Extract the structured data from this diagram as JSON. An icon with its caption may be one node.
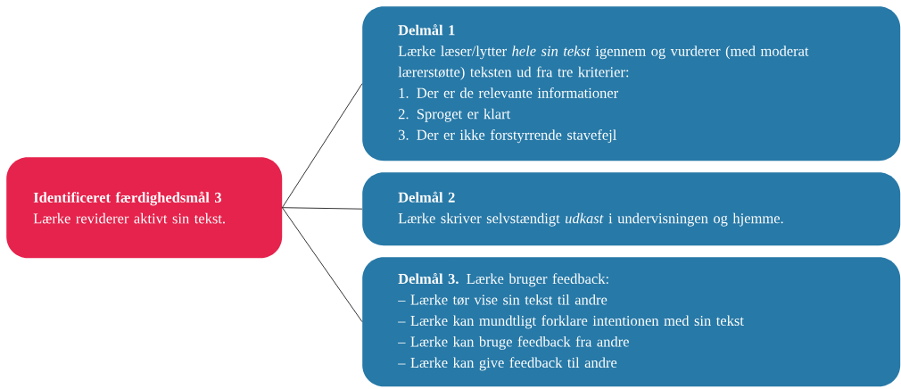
{
  "diagram": {
    "nodes": [
      {
        "text": [
          "Identificeret færdighedsmål 3",
          "Lærke reviderer aktivt sin tekst."
        ]
      },
      {
        "text": [
          "Delmål 1",
          "Lærke læser/lytter *hele sin tekst* igennem og vurderer (med moderat lærerstøtte) teksten ud fra tre kriterier:",
          "1. Der er de relevante informationer",
          "2. Sproget er klart",
          "3. Der er ikke forstyrrende stavefejl"
        ]
      },
      {
        "text": [
          "Delmål 2",
          "Lærke skriver selvstændigt *udkast* i undervisningen og hjemme."
        ]
      },
      {
        "text": [
          "**Delmål 3.** Lærke bruger feedback:",
          "– Lærke tør vise sin tekst til andre",
          "– Lærke kan mundtligt forklare intentionen med sin tekst",
          "– Lærke kan bruge feedback fra andre",
          "– Lærke kan give feedback til andre"
        ]
      }
    ],
    "edges": [
      {
        "from": 0,
        "to": 1,
        "arrow": "none"
      },
      {
        "from": 0,
        "to": 2,
        "arrow": "none"
      },
      {
        "from": 0,
        "to": 3,
        "arrow": "none"
      }
    ]
  }
}
